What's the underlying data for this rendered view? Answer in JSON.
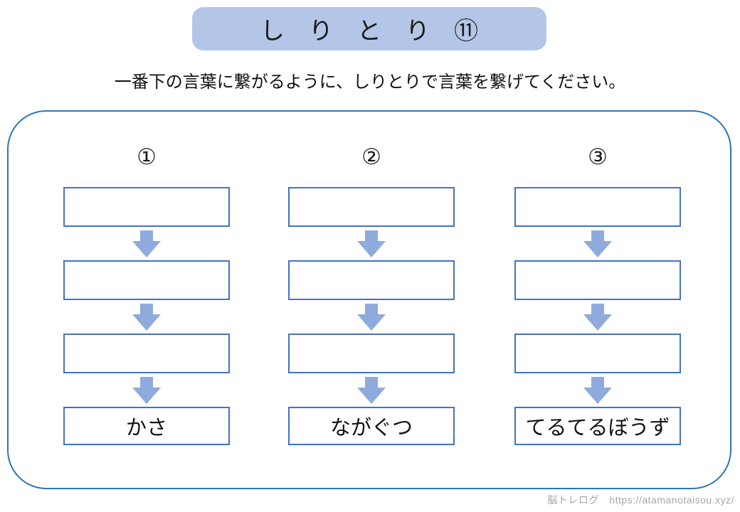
{
  "page": {
    "title_banner": "し　り　と　り　⑪",
    "instruction": "一番下の言葉に繋がるように、しりとりで言葉を繋げてください。",
    "footer": "脳トレログ　https://atamanotaisou.xyz/"
  },
  "columns": [
    {
      "label": "①",
      "blank_boxes": [
        "",
        "",
        ""
      ],
      "answer": "かさ"
    },
    {
      "label": "②",
      "blank_boxes": [
        "",
        "",
        ""
      ],
      "answer": "ながぐつ"
    },
    {
      "label": "③",
      "blank_boxes": [
        "",
        "",
        ""
      ],
      "answer": "てるてるぼうず"
    }
  ],
  "icons": {
    "arrow": "down-block-arrow-icon"
  },
  "colors": {
    "banner_fill": "#b4c6e7",
    "box_border": "#4472c4",
    "arrow_fill": "#8faadc",
    "frame_border": "#2e75b6",
    "footer_color": "#a6a6a6",
    "text_color": "#1a1a1a"
  }
}
